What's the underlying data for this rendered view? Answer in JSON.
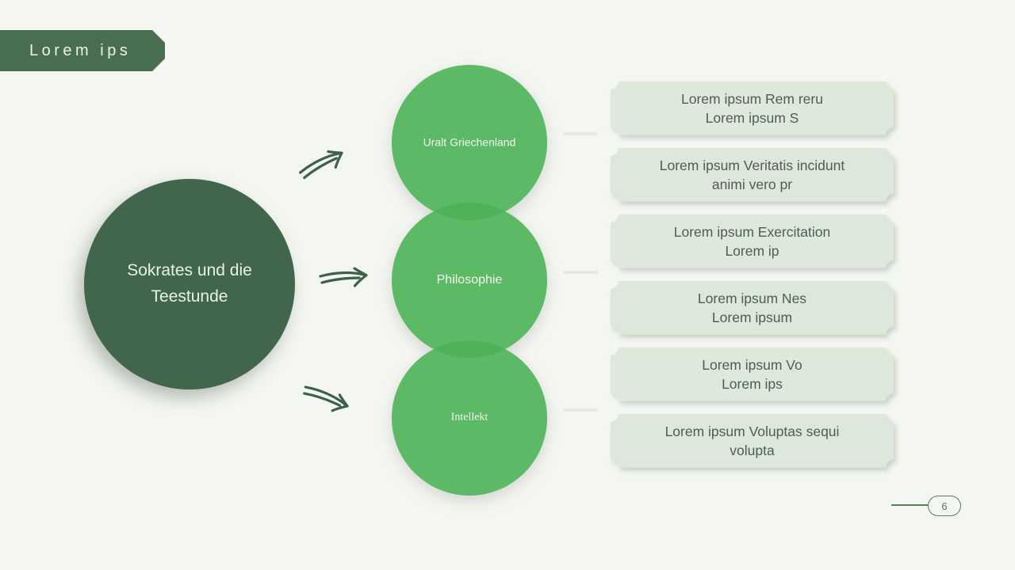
{
  "slide": {
    "page_number": "6"
  },
  "header": {
    "badge_label": "Lorem ips"
  },
  "main_topic": {
    "line1": "Sokrates und die",
    "line2": "Teestunde"
  },
  "categories": [
    {
      "label": "Uralt Griechenland"
    },
    {
      "label": "Philosophie"
    },
    {
      "label": "Intellekt"
    }
  ],
  "detail_boxes": [
    {
      "line1": "Lorem ipsum Rem reru",
      "line2": "Lorem ipsum S"
    },
    {
      "line1": "Lorem ipsum Veritatis incidunt",
      "line2": "animi vero pr"
    },
    {
      "line1": "Lorem ipsum Exercitation",
      "line2": "Lorem ip"
    },
    {
      "line1": "Lorem ipsum Nes",
      "line2": "Lorem ipsum"
    },
    {
      "line1": "Lorem ipsum Vo",
      "line2": "Lorem ips"
    },
    {
      "line1": "Lorem ipsum Voluptas sequi",
      "line2": "volupta"
    }
  ],
  "icons": [
    {
      "name": "hand-drawn-double-arrow-icon",
      "count": 3
    }
  ],
  "colors": {
    "background": "#f4f6f1",
    "badge_green": "#4a6e52",
    "dark_circle_green": "#41664c",
    "medium_circle_green": "#5cb965",
    "circle_overlap_green": "#4fb259",
    "box_background": "#dfe9db",
    "box_text": "#4a6051",
    "arrow_green": "#3d6147",
    "page_accent": "#56815f"
  }
}
